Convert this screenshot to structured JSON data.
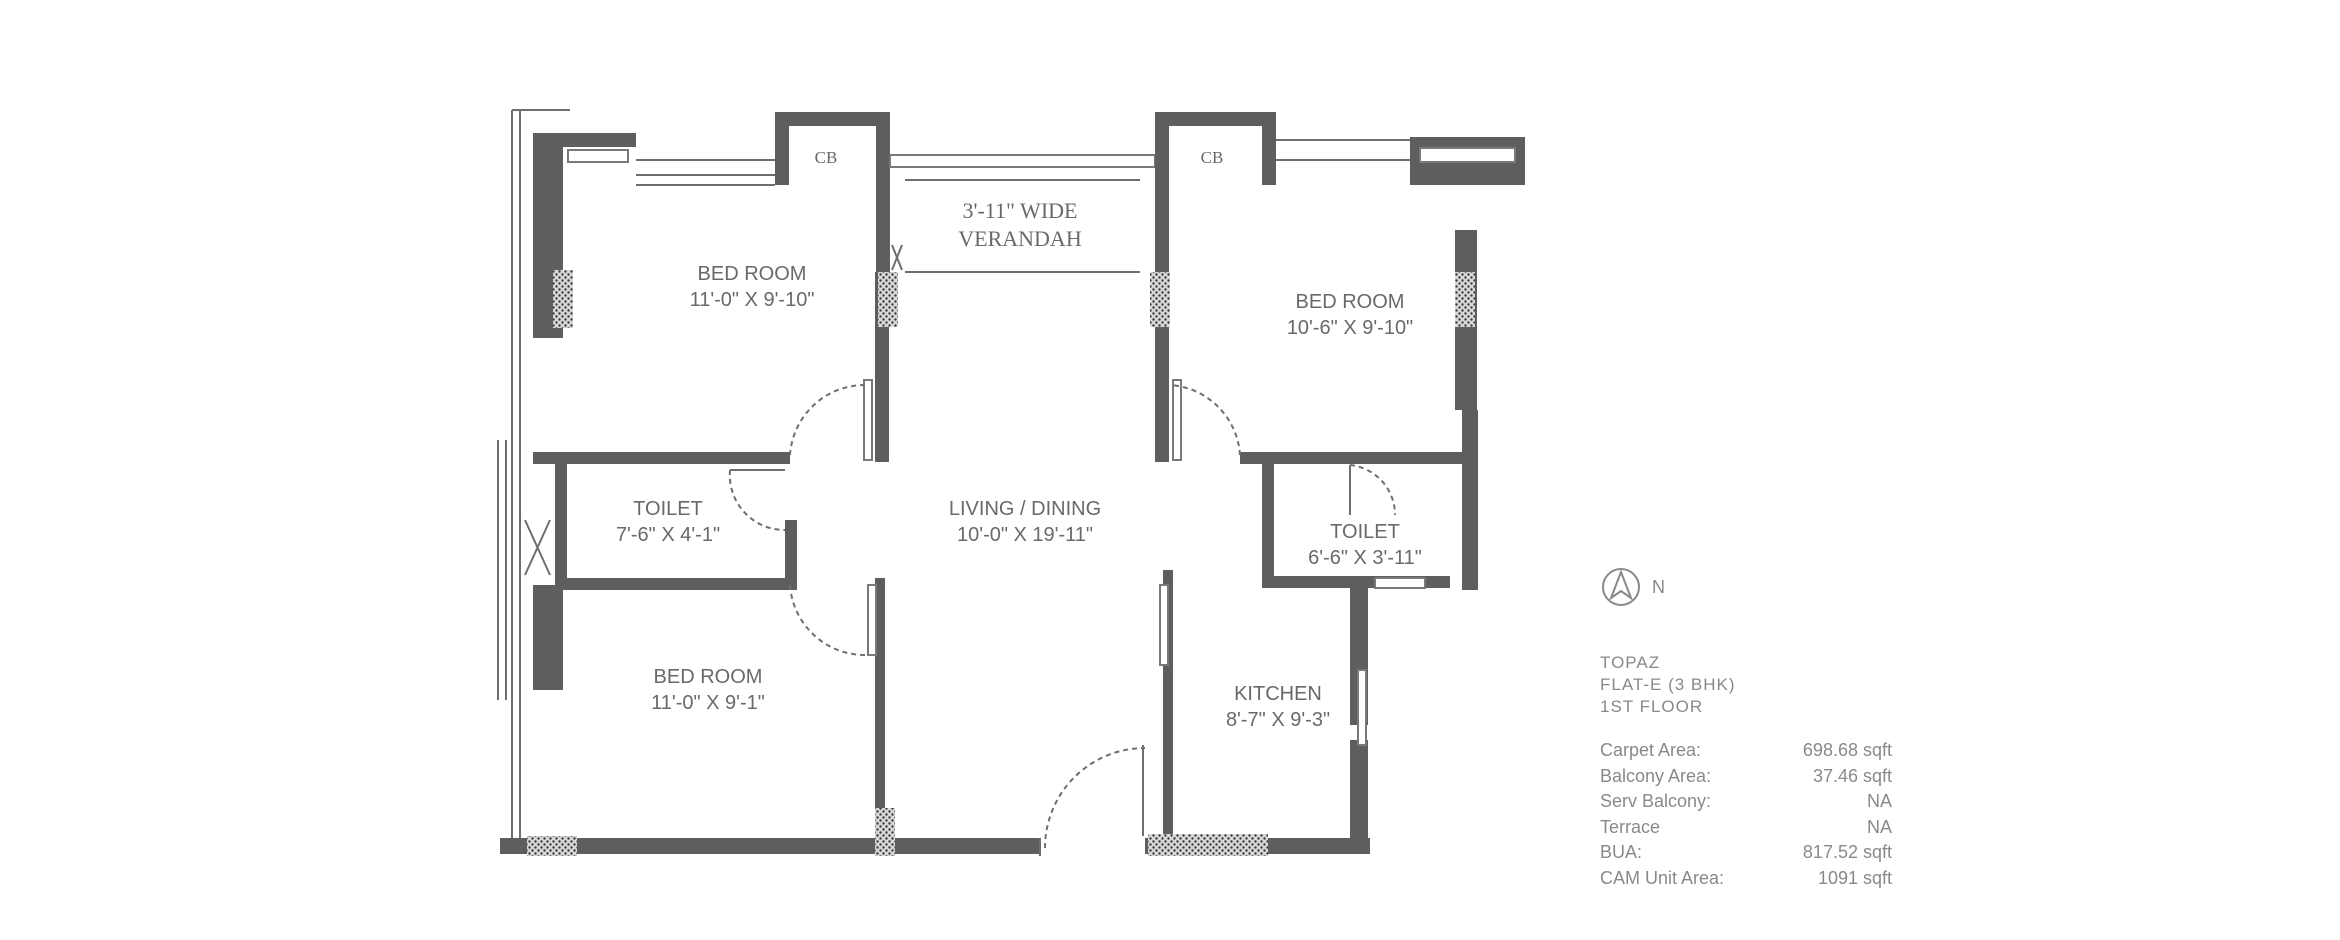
{
  "rooms": {
    "bedroom1": {
      "name": "BED ROOM",
      "dims": "11'-0\" X 9'-10\""
    },
    "bedroom2": {
      "name": "BED ROOM",
      "dims": "10'-6\" X 9'-10\""
    },
    "bedroom3": {
      "name": "BED ROOM",
      "dims": "11'-0\" X 9'-1\""
    },
    "toilet1": {
      "name": "TOILET",
      "dims": "7'-6\" X 4'-1\""
    },
    "toilet2": {
      "name": "TOILET",
      "dims": "6'-6\" X 3'-11\""
    },
    "living": {
      "name": "LIVING / DINING",
      "dims": "10'-0\" X 19'-11\""
    },
    "kitchen": {
      "name": "KITCHEN",
      "dims": "8'-7\" X 9'-3\""
    },
    "verandah": {
      "line1": "3'-11\" WIDE",
      "line2": "VERANDAH"
    },
    "cb1": "CB",
    "cb2": "CB"
  },
  "compass": {
    "label": "N"
  },
  "unit": {
    "name": "TOPAZ",
    "flat": "FLAT-E (3 BHK)",
    "floor": "1ST FLOOR"
  },
  "areas": [
    {
      "label": "Carpet Area:",
      "value": "698.68 sqft"
    },
    {
      "label": "Balcony Area:",
      "value": "37.46 sqft"
    },
    {
      "label": "Serv Balcony:",
      "value": "NA"
    },
    {
      "label": "Terrace",
      "value": "NA"
    },
    {
      "label": "BUA:",
      "value": "817.52 sqft"
    },
    {
      "label": "CAM Unit Area:",
      "value": "1091 sqft"
    }
  ]
}
